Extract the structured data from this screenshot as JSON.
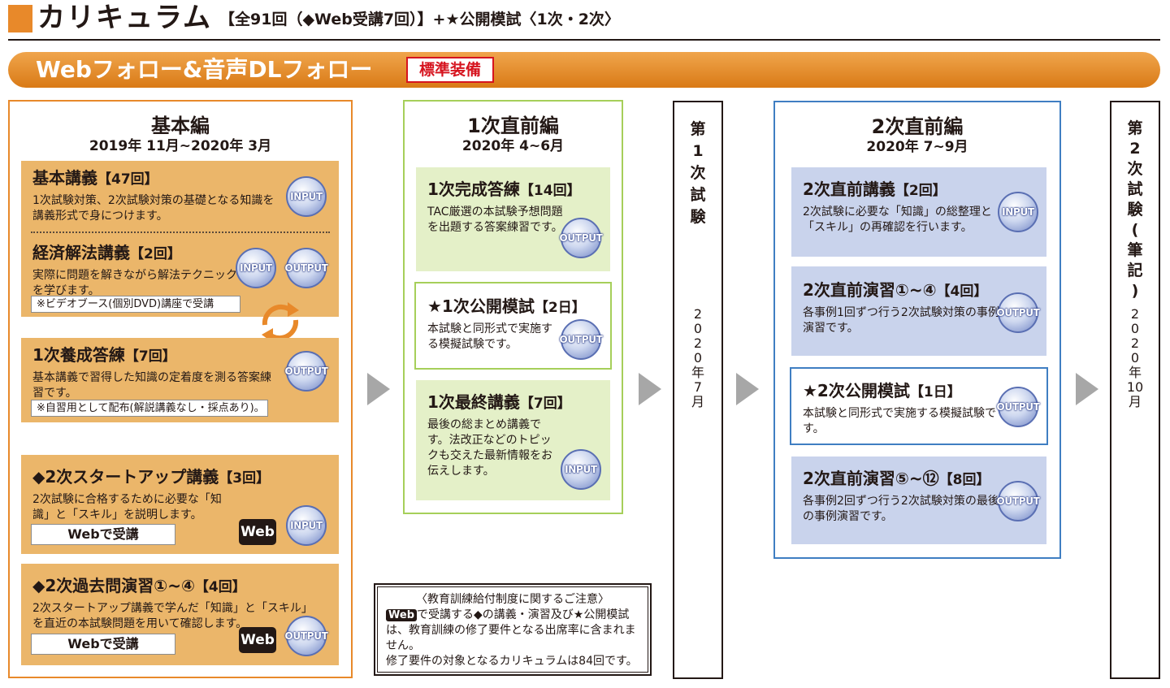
{
  "header": {
    "title": "カリキュラム",
    "subtitle": "【全91回（◆Web受講7回）】+★公開模試〈1次・2次〉"
  },
  "banner": {
    "title": "Webフォロー&音声DLフォロー",
    "badge": "標準装備"
  },
  "kihon": {
    "title": "基本編",
    "date": "2019年 11月~2020年 3月",
    "blocks": [
      {
        "name": "基本講義",
        "count": "【47回】",
        "desc": "1次試験対策、2次試験対策の基礎となる知識を講義形式で身につけます。",
        "badges": [
          "INPUT"
        ]
      },
      {
        "name": "経済解法講義",
        "count": "【2回】",
        "desc": "実際に問題を解きながら解法テクニックを学びます。",
        "note": "※ビデオブース(個別DVD)講座で受講",
        "badges": [
          "INPUT",
          "OUTPUT"
        ]
      },
      {
        "name": "1次養成答練",
        "count": "【7回】",
        "desc": "基本講義で習得した知識の定着度を測る答案練習です。",
        "note": "※自習用として配布(解説講義なし・採点あり)。",
        "badges": [
          "OUTPUT"
        ]
      },
      {
        "name": "◆2次スタートアップ講義",
        "count": "【3回】",
        "desc": "2次試験に合格するために必要な「知識」と「スキル」を説明します。",
        "web_label": "Webで受講",
        "web_tag": "Web",
        "badges": [
          "INPUT"
        ]
      },
      {
        "name": "◆2次過去問演習①~④",
        "count": "【4回】",
        "desc": "2次スタートアップ講義で学んだ「知識」と「スキル」を直近の本試験問題を用いて確認します。",
        "web_label": "Webで受講",
        "web_tag": "Web",
        "badges": [
          "OUTPUT"
        ]
      }
    ]
  },
  "chokuzen1": {
    "title": "1次直前編",
    "date": "2020年 4~6月",
    "blocks": [
      {
        "name": "1次完成答練",
        "count": "【14回】",
        "desc": "TAC厳選の本試験予想問題を出題する答案練習です。",
        "badges": [
          "OUTPUT"
        ]
      },
      {
        "name": "★1次公開模試",
        "count": "【2日】",
        "desc": "本試験と同形式で実施する模擬試験です。",
        "badges": [
          "OUTPUT"
        ]
      },
      {
        "name": "1次最終講義",
        "count": "【7回】",
        "desc": "最後の総まとめ講義です。法改正などのトピックも交えた最新情報をお伝えします。",
        "badges": [
          "INPUT"
        ]
      }
    ]
  },
  "exam1": {
    "title_chars": [
      "第",
      "1",
      "次",
      "試",
      "験"
    ],
    "date_chars": [
      "2",
      "0",
      "2",
      "0",
      "年",
      "7",
      "月"
    ]
  },
  "chokuzen2": {
    "title": "2次直前編",
    "date": "2020年 7~9月",
    "blocks": [
      {
        "name": "2次直前講義",
        "count": "【2回】",
        "desc": "2次試験に必要な「知識」の総整理と「スキル」の再確認を行います。",
        "badges": [
          "INPUT"
        ]
      },
      {
        "name": "2次直前演習①~④",
        "count": "【4回】",
        "desc": "各事例1回ずつ行う2次試験対策の事例演習です。",
        "badges": [
          "OUTPUT"
        ]
      },
      {
        "name": "★2次公開模試",
        "count": "【1日】",
        "desc": "本試験と同形式で実施する模擬試験です。",
        "badges": [
          "OUTPUT"
        ]
      },
      {
        "name": "2次直前演習⑤~⑫",
        "count": "【8回】",
        "desc": "各事例2回ずつ行う2次試験対策の最後の事例演習です。",
        "badges": [
          "OUTPUT"
        ]
      }
    ]
  },
  "exam2": {
    "title_chars": [
      "第",
      "2",
      "次",
      "試",
      "験",
      "(",
      "筆",
      "記",
      ")"
    ],
    "date_chars": [
      "2",
      "0",
      "2",
      "0",
      "年",
      "10",
      "月"
    ]
  },
  "caution": {
    "title": "〈教育訓練給付制度に関するご注意〉",
    "web": "Web",
    "line1": "で受講する◆の講義・演習及び★公開模試は、教育訓練の修了要件となる出席率に含まれません。",
    "line2": "修了要件の対象となるカリキュラムは84回です。"
  },
  "colors": {
    "accent_orange": "#e8892a",
    "kihon_block": "#ebb66a",
    "chokuzen1_block": "#e4f0c8",
    "chokuzen2_block": "#c9d3ec",
    "badge_red": "#d6141f"
  }
}
